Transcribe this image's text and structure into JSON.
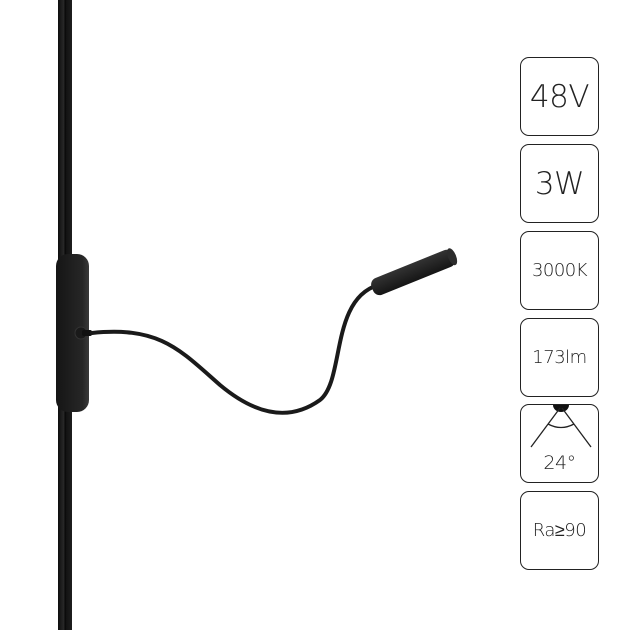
{
  "product": {
    "name": "flexible-reading-wall-lamp",
    "color": "#1c1c1c"
  },
  "specs": [
    {
      "id": "voltage",
      "label": "48V",
      "icon": null
    },
    {
      "id": "power",
      "label": "3W",
      "icon": null
    },
    {
      "id": "color_temperature",
      "label": "3000K",
      "icon": null
    },
    {
      "id": "luminous_flux",
      "label": "173lm",
      "icon": null
    },
    {
      "id": "beam_angle",
      "label": "24°",
      "icon": "beam-angle-icon"
    },
    {
      "id": "cri",
      "label": "Ra≥90",
      "icon": null
    }
  ],
  "colors": {
    "badge_border": "#222222",
    "badge_text": "#222222",
    "background": "#ffffff"
  }
}
